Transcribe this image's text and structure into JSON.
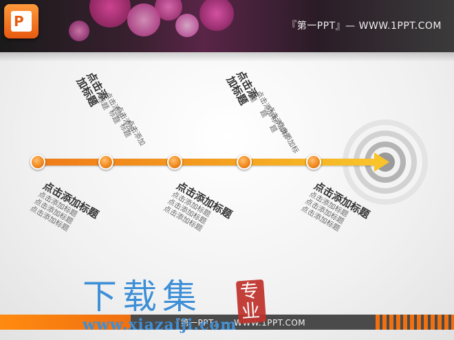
{
  "header": {
    "title": "『第一PPT』— WWW.1PPT.COM"
  },
  "logo": {
    "glyph": "P"
  },
  "timeline": {
    "nodes": 5,
    "accent": "#f08a20",
    "bar_gradient": [
      "#f07a18",
      "#f9c42a"
    ]
  },
  "labels": {
    "upper": [
      {
        "title": [
          "点击添",
          "加标题"
        ],
        "body": [
          "点击添加",
          "标题",
          "点击添加",
          "标题",
          "点击添加",
          "标题"
        ]
      },
      {
        "title": [
          "点击添",
          "加标题"
        ],
        "body": [
          "点击添加标",
          "题",
          "点击添加标",
          "题",
          "点击添加标",
          "题"
        ]
      }
    ],
    "lower": [
      {
        "title": "点击添加标题",
        "body": [
          "点击添加标题",
          "点击添加标题",
          "点击添加标题"
        ]
      },
      {
        "title": "点击添加标题",
        "body": [
          "点击添加标题",
          "点击添加标题",
          "点击添加标题"
        ]
      },
      {
        "title": "点击添加标题",
        "body": [
          "点击添加标题",
          "点击添加标题",
          "点击添加标题"
        ]
      }
    ]
  },
  "watermark": {
    "big": "下载集",
    "seal": [
      "专",
      "业"
    ],
    "url": "www.xiazaiji.com"
  },
  "footer": {
    "text": "『第一PPT』— WWW.1PPT.COM"
  }
}
